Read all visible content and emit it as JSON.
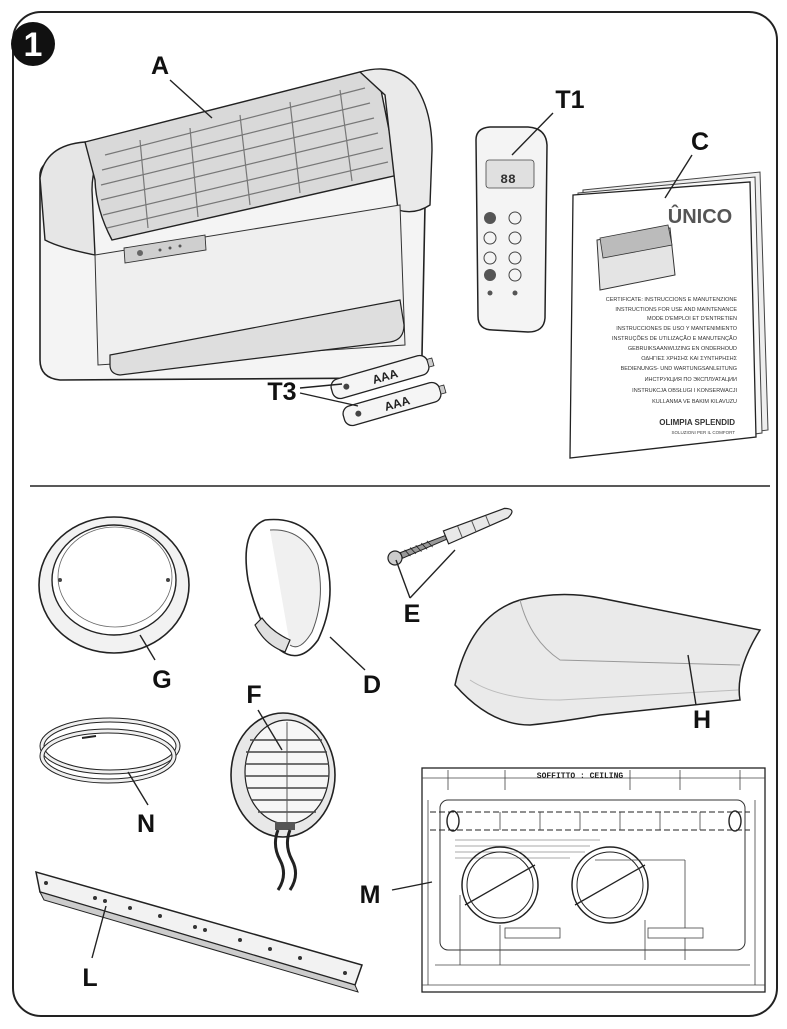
{
  "step_number": "1",
  "labels": {
    "A": "A",
    "T1": "T1",
    "C": "C",
    "T3": "T3",
    "G": "G",
    "D": "D",
    "E": "E",
    "F": "F",
    "H": "H",
    "N": "N",
    "M": "M",
    "L": "L"
  },
  "manual": {
    "brand": "ÛNICO",
    "languages": [
      "CERTIFICATE: INSTRUCCIONS E MANUTENZIONE",
      "INSTRUCTIONS FOR USE AND MAINTENANCE",
      "MODE D'EMPLOI ET D'ENTRETIEN",
      "INSTRUCCIONES DE USO Y MANTENIMIENTO",
      "INSTRUÇÕES DE UTILIZAÇÃO E MANUTENÇÃO",
      "GEBRUIKSAANWIJZING EN ONDERHOUD",
      "ΟΔΗΓΙΕΣ ΧΡΗΣΗΣ ΚΑΙ ΣΥΝΤΗΡΗΣΗΣ",
      "BEDIENUNGS- UND WARTUNGSANLEITUNG",
      "ИНСТРУКЦИЯ ПО ЭКСПЛУАТАЦИИ",
      "INSTRUKCJA OBSŁUGI I KONSERWACJI",
      "KULLANMA VE BAKIM KILAVUZU"
    ],
    "logo": "OLIMPIA SPLENDID",
    "logo_sub": "SOLUZIONI PER IL COMFORT"
  },
  "batteries": [
    "AAA",
    "AAA"
  ],
  "template_heading": "SOFFITTO : CEILING"
}
